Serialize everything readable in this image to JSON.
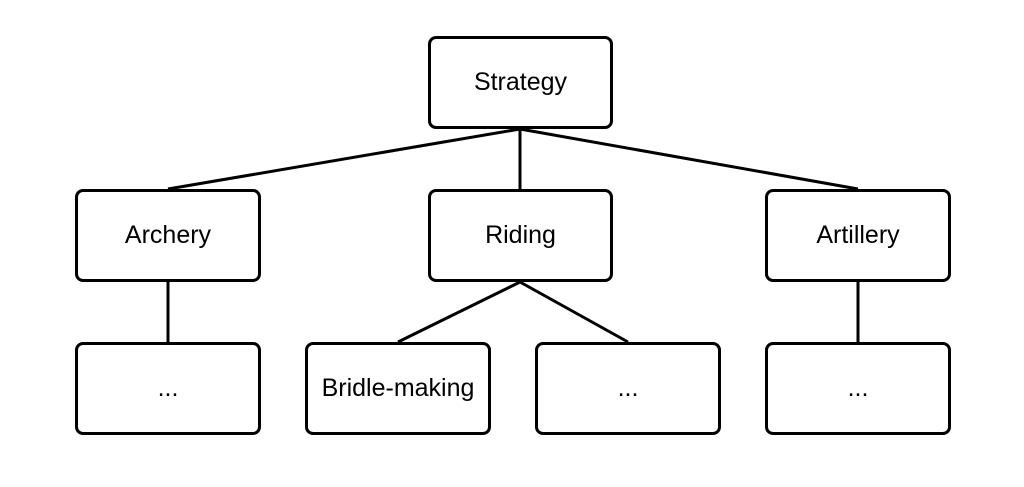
{
  "diagram": {
    "nodes": {
      "root": {
        "label": "Strategy"
      },
      "archery": {
        "label": "Archery"
      },
      "riding": {
        "label": "Riding"
      },
      "artillery": {
        "label": "Artillery"
      },
      "archery_child": {
        "label": "..."
      },
      "riding_child_1": {
        "label": "Bridle-making"
      },
      "riding_child_2": {
        "label": "..."
      },
      "artillery_child": {
        "label": "..."
      }
    },
    "edges": [
      [
        "root",
        "archery"
      ],
      [
        "root",
        "riding"
      ],
      [
        "root",
        "artillery"
      ],
      [
        "archery",
        "archery_child"
      ],
      [
        "riding",
        "riding_child_1"
      ],
      [
        "riding",
        "riding_child_2"
      ],
      [
        "artillery",
        "artillery_child"
      ]
    ],
    "colors": {
      "stroke": "#000000",
      "fill": "#ffffff",
      "text": "#000000"
    }
  }
}
